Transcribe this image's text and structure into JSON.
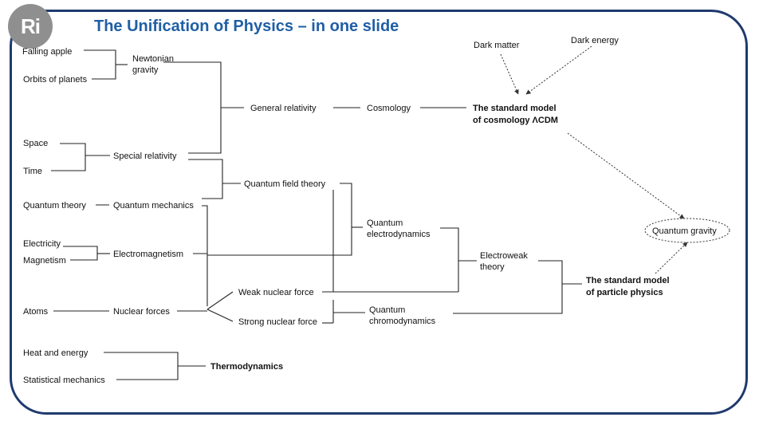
{
  "logo": "Ri",
  "title": "The Unification of Physics – in one slide",
  "nodes": {
    "falling_apple": "Falling apple",
    "orbits_of_planets": "Orbits of planets",
    "newtonian_gravity_1": "Newtonian",
    "newtonian_gravity_2": "gravity",
    "general_relativity": "General relativity",
    "cosmology": "Cosmology",
    "standard_model_cosmology_1": "The standard model",
    "standard_model_cosmology_2": "of cosmology ΛCDM",
    "dark_matter": "Dark matter",
    "dark_energy": "Dark energy",
    "space": "Space",
    "time": "Time",
    "special_relativity": "Special relativity",
    "quantum_field_theory": "Quantum field theory",
    "quantum_theory": "Quantum theory",
    "quantum_mechanics": "Quantum mechanics",
    "qed_1": "Quantum",
    "qed_2": "electrodynamics",
    "quantum_gravity": "Quantum gravity",
    "electricity": "Electricity",
    "magnetism": "Magnetism",
    "electromagnetism": "Electromagnetism",
    "electroweak_1": "Electroweak",
    "electroweak_2": "theory",
    "standard_model_particle_1": "The standard model",
    "standard_model_particle_2": "of particle physics",
    "weak_nuclear_force": "Weak nuclear force",
    "atoms": "Atoms",
    "nuclear_forces": "Nuclear forces",
    "strong_nuclear_force": "Strong nuclear force",
    "qcd_1": "Quantum",
    "qcd_2": "chromodynamics",
    "heat_and_energy": "Heat and energy",
    "statistical_mechanics": "Statistical mechanics",
    "thermodynamics": "Thermodynamics"
  }
}
